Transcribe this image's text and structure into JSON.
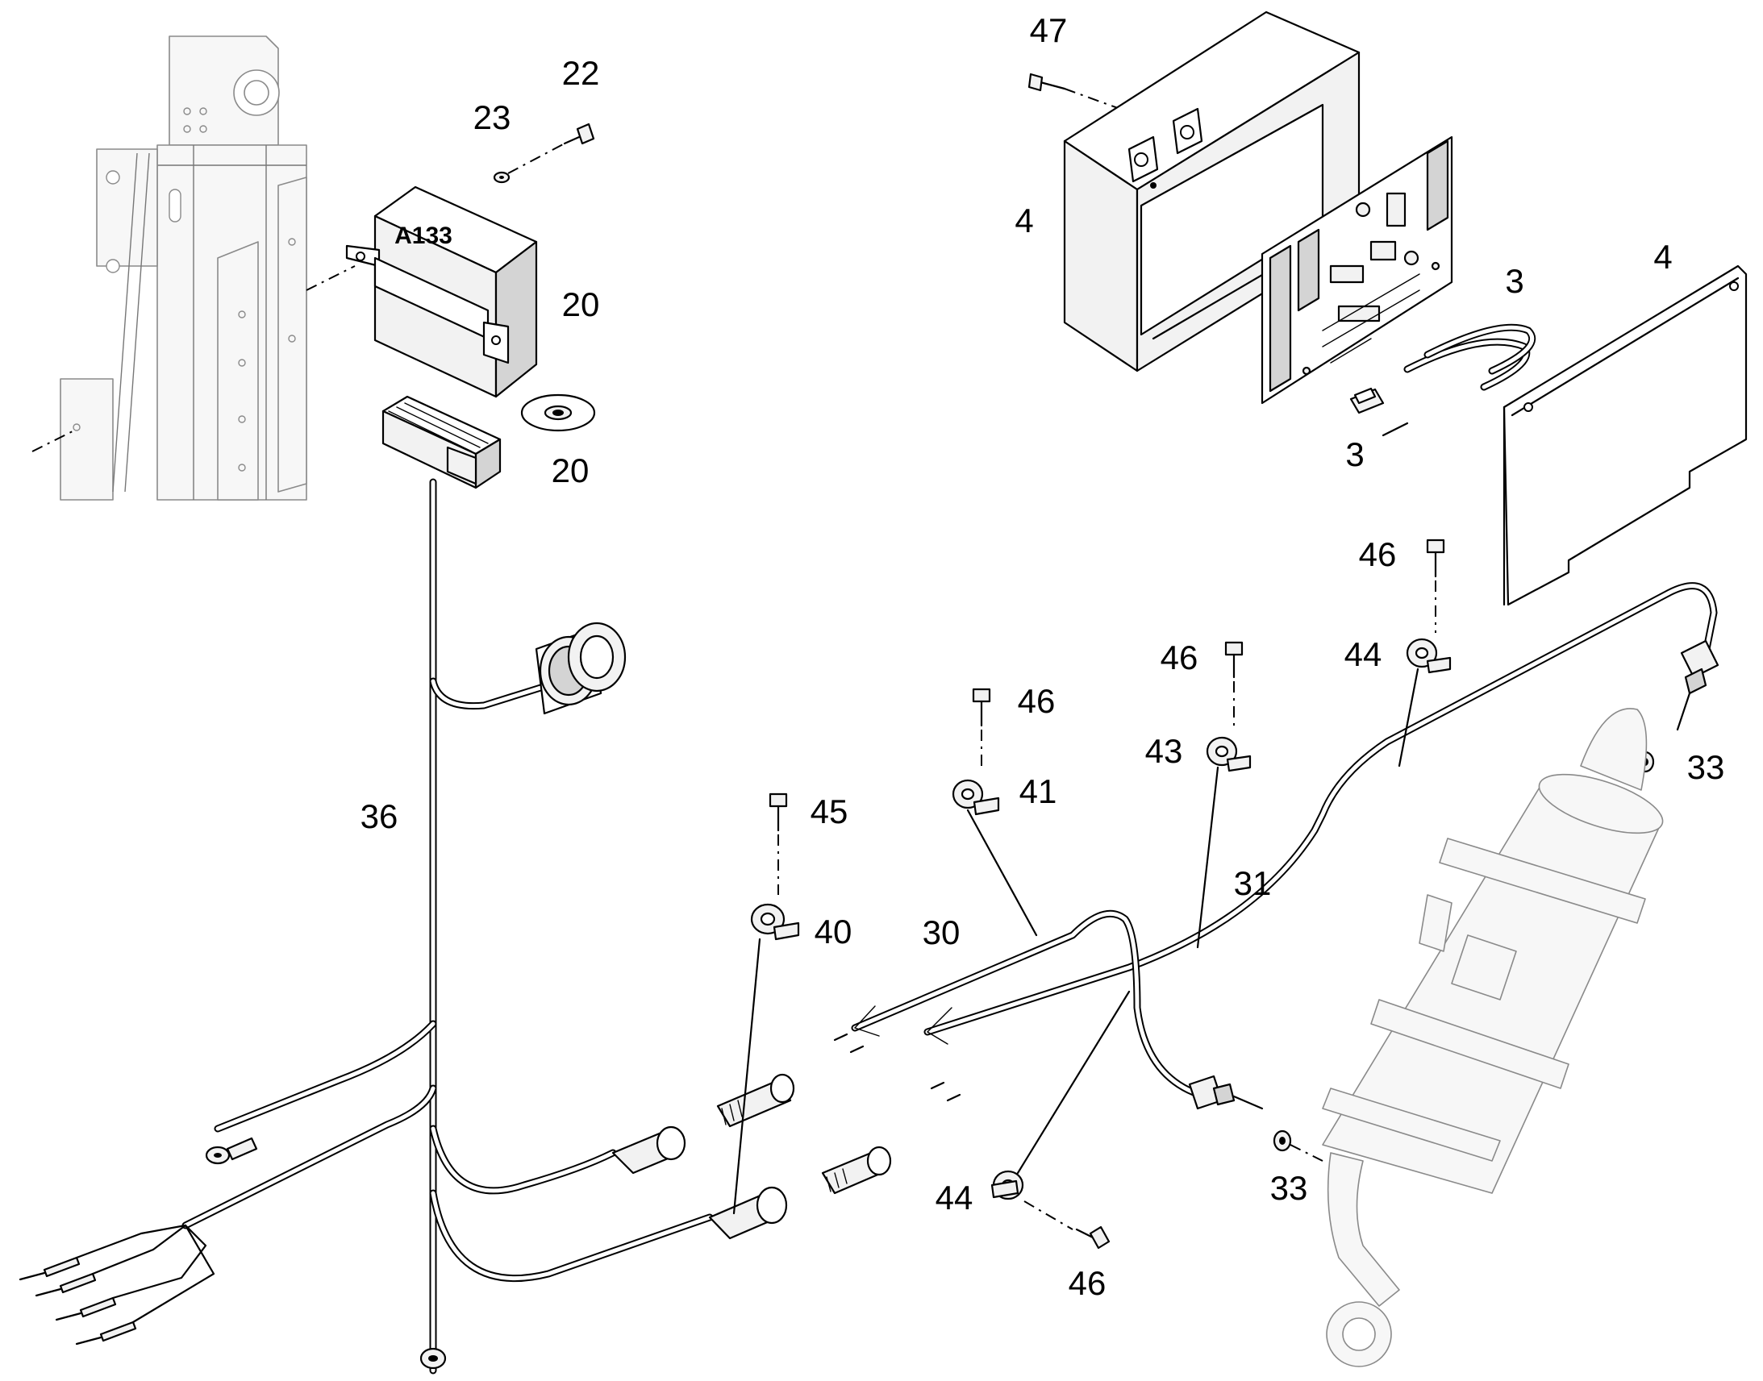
{
  "module": {
    "name": "A133"
  },
  "callouts": [
    {
      "id": "c47",
      "text": "47"
    },
    {
      "id": "c22",
      "text": "22"
    },
    {
      "id": "c23",
      "text": "23"
    },
    {
      "id": "c4a",
      "text": "4"
    },
    {
      "id": "c20a",
      "text": "20"
    },
    {
      "id": "c3a",
      "text": "3"
    },
    {
      "id": "c4b",
      "text": "4"
    },
    {
      "id": "c20b",
      "text": "20"
    },
    {
      "id": "c3b",
      "text": "3"
    },
    {
      "id": "c46a",
      "text": "46"
    },
    {
      "id": "c46b",
      "text": "46"
    },
    {
      "id": "c44a",
      "text": "44"
    },
    {
      "id": "c46c",
      "text": "46"
    },
    {
      "id": "c43",
      "text": "43"
    },
    {
      "id": "c33a",
      "text": "33"
    },
    {
      "id": "c41",
      "text": "41"
    },
    {
      "id": "c36",
      "text": "36"
    },
    {
      "id": "c45",
      "text": "45"
    },
    {
      "id": "c31",
      "text": "31"
    },
    {
      "id": "c40",
      "text": "40"
    },
    {
      "id": "c30",
      "text": "30"
    },
    {
      "id": "c44b",
      "text": "44"
    },
    {
      "id": "c33b",
      "text": "33"
    },
    {
      "id": "c46d",
      "text": "46"
    }
  ]
}
